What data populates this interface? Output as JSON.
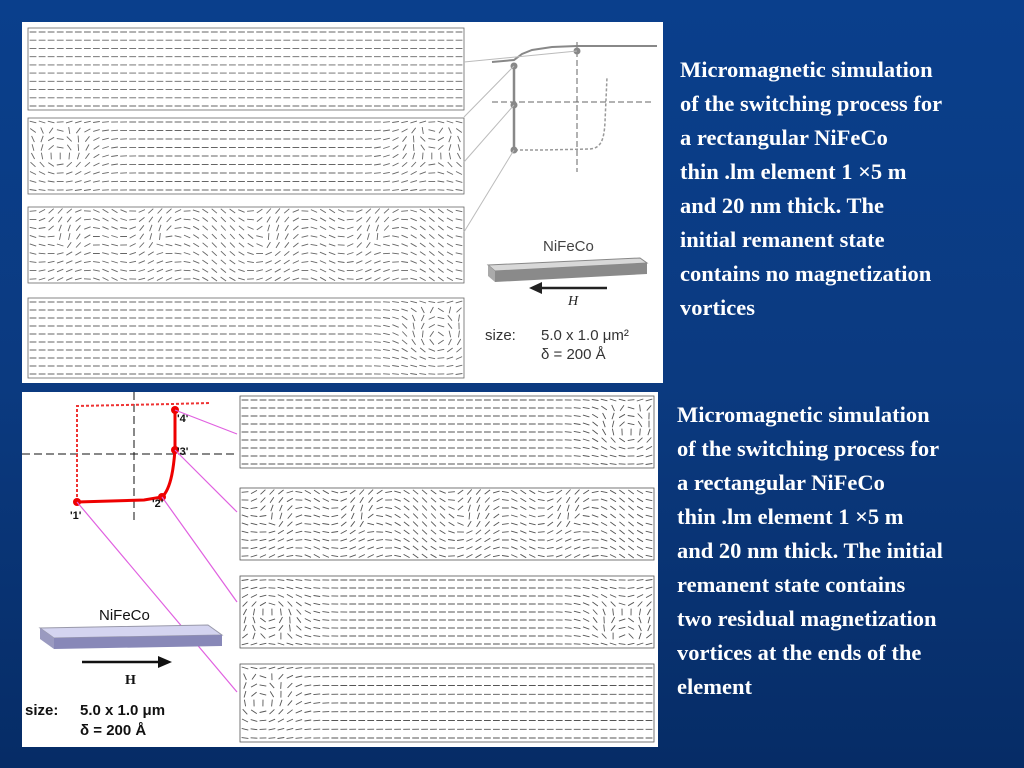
{
  "slide": {
    "panels": [
      {
        "material_label": "NiFeCo",
        "field_label": "H",
        "size_prefix": "size:",
        "size_value": "5.0 x 1.0 μm²",
        "thickness": "δ = 200  Å"
      },
      {
        "material_label": "NiFeCo",
        "field_label": "H",
        "size_prefix": "size:",
        "size_value": "5.0 x 1.0 μm",
        "thickness": "δ = 200  Å",
        "point_labels": [
          "'1'",
          "'2'",
          "'3'",
          "'4'"
        ]
      }
    ],
    "captions": [
      {
        "lines": [
          "Micromagnetic simulation",
          "of the switching process for",
          "a rectangular NiFeCo",
          "thin .lm element 1 ×5 m",
          "and 20 nm thick. The",
          "initial remanent state",
          "contains no magnetization",
          "vortices"
        ]
      },
      {
        "lines": [
          "Micromagnetic simulation",
          "of the switching process for",
          "a rectangular NiFeCo",
          "thin .lm element 1 ×5 m",
          "and 20 nm thick. The initial",
          "remanent state contains",
          "two residual magnetization",
          "vortices at the ends of the",
          "element"
        ]
      }
    ]
  }
}
